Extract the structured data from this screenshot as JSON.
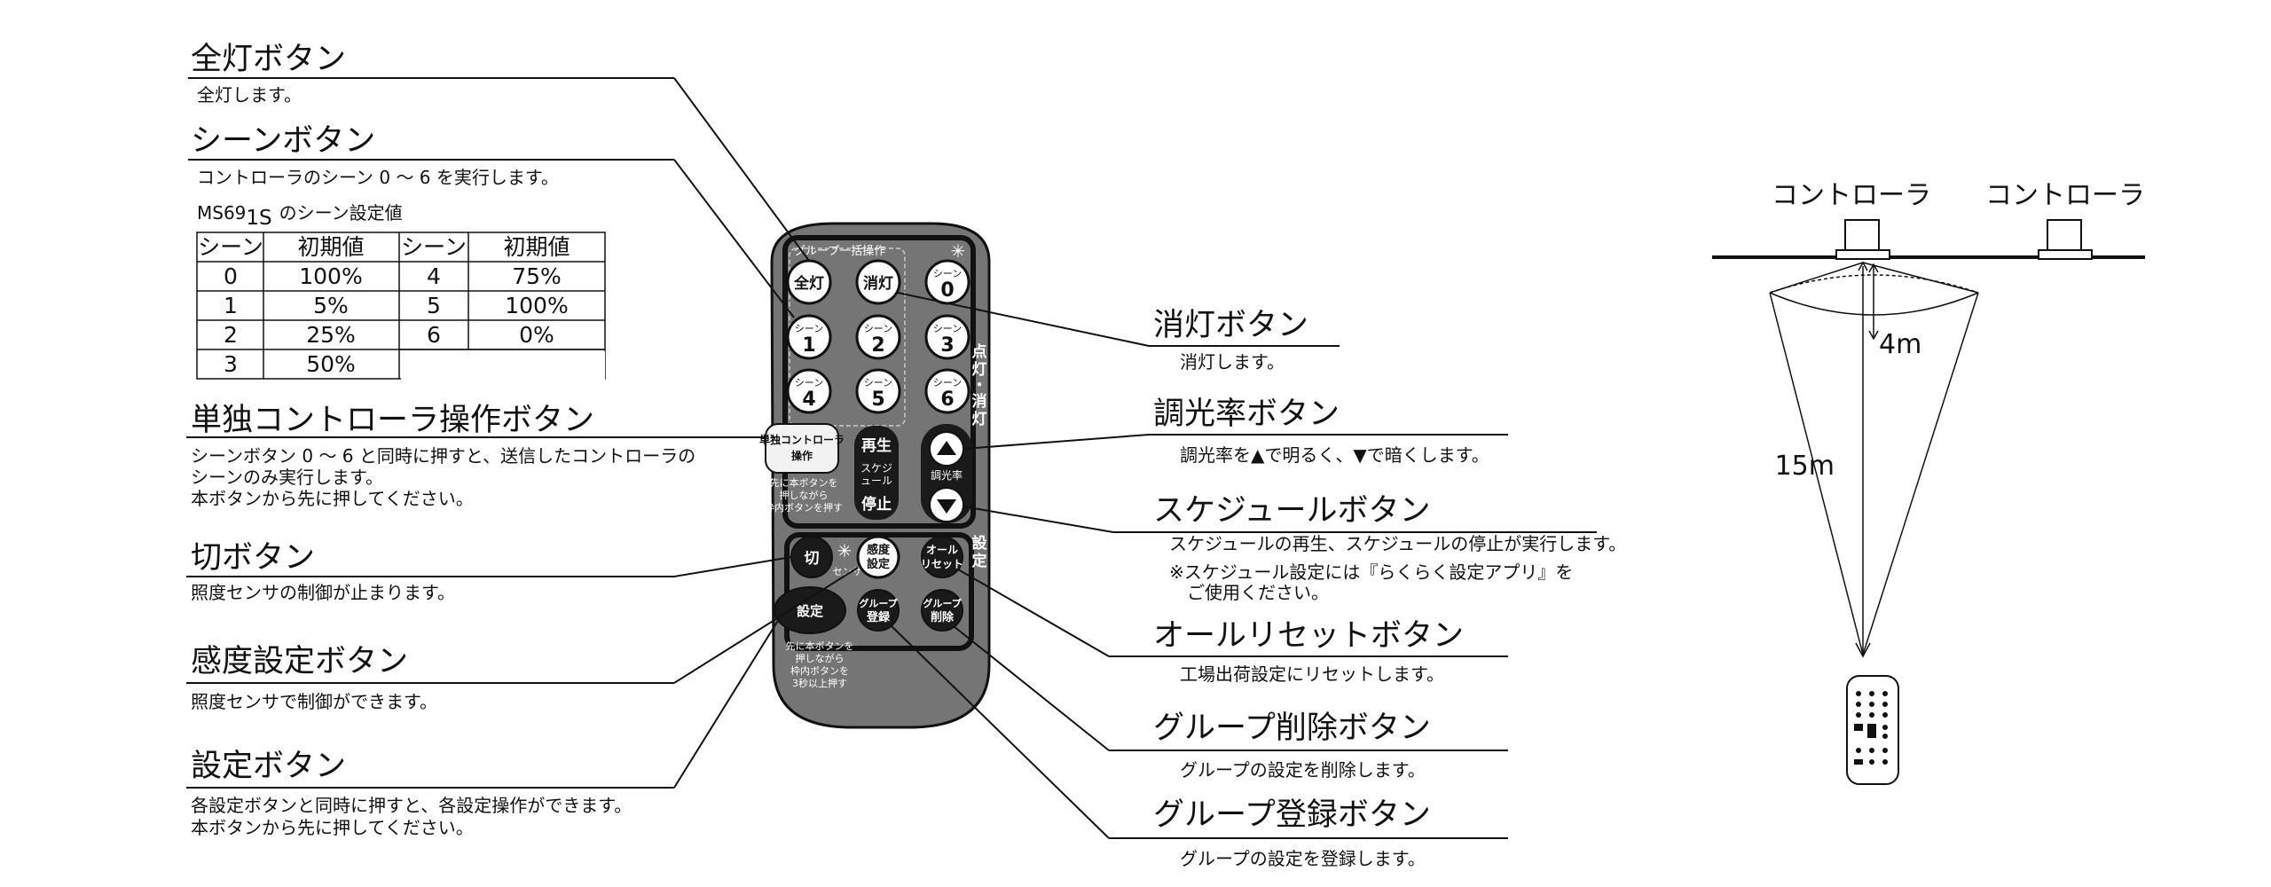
{
  "left_labels": [
    {
      "title": "全灯ボタン",
      "desc": [
        "全灯します。"
      ]
    },
    {
      "title": "シーンボタン",
      "desc": [
        "コントローラのシーン 0 ～ 6 を実行します。"
      ]
    },
    {
      "title": "単独コントローラ操作ボタン",
      "desc": [
        "シーンボタン 0 ～ 6 と同時に押すと、送信したコントローラの",
        "シーンのみ実行します。",
        "本ボタンから先に押してください。"
      ]
    },
    {
      "title": "切ボタン",
      "desc": [
        "照度センサの制御が止まります。"
      ]
    },
    {
      "title": "感度設定ボタン",
      "desc": [
        "照度センサで制御ができます。"
      ]
    },
    {
      "title": "設定ボタン",
      "desc": [
        "各設定ボタンと同時に押すと、各設定操作ができます。",
        "本ボタンから先に押してください。"
      ]
    }
  ],
  "right_labels": [
    {
      "title": "消灯ボタン",
      "desc": [
        "消灯します。"
      ]
    },
    {
      "title": "調光率ボタン",
      "desc": [
        "調光率を▲で明るく、▼で暗くします。"
      ]
    },
    {
      "title": "スケジュールボタン",
      "desc": [
        "スケジュールの再生、スケジュールの停止が実行します。",
        "※スケジュール設定には『らくらく設定アプリ』を",
        "　ご使用ください。"
      ]
    },
    {
      "title": "オールリセットボタン",
      "desc": [
        "工場出荷設定にリセットします。"
      ]
    },
    {
      "title": "グループ削除ボタン",
      "desc": [
        "グループの設定を削除します。"
      ]
    },
    {
      "title": "グループ登録ボタン",
      "desc": [
        "グループの設定を登録します。"
      ]
    }
  ],
  "scene_table": {
    "caption_main": "MS69",
    "caption_sub": "1S",
    "caption_rest": "のシーン設定値",
    "headers": [
      "シーン",
      "初期値",
      "シーン",
      "初期値"
    ],
    "rows": [
      [
        "0",
        "100%",
        "4",
        "75%"
      ],
      [
        "1",
        "5%",
        "5",
        "100%"
      ],
      [
        "2",
        "25%",
        "6",
        "0%"
      ],
      [
        "3",
        "50%",
        "",
        ""
      ]
    ]
  },
  "remote": {
    "group_header": "グループ一括操作",
    "btn_all_on": "全灯",
    "btn_all_off": "消灯",
    "scene_prefix": "シーン",
    "scene_numbers": [
      "0",
      "1",
      "2",
      "3",
      "4",
      "5",
      "6"
    ],
    "side_on_off": [
      "点",
      "灯",
      "・",
      "消",
      "灯"
    ],
    "single_title": [
      "単独コントローラ",
      "操作"
    ],
    "single_note": [
      "先に本ボタンを",
      "押しながら",
      "枠内ボタンを押す"
    ],
    "schedule_play": "再生",
    "schedule_mid": [
      "スケジ",
      "ュール"
    ],
    "schedule_stop": "停止",
    "dimming": "調光率",
    "btn_off": "切",
    "sensor_marker": "✳",
    "sensor_small": "センサ",
    "btn_sensitivity": [
      "感度",
      "設定"
    ],
    "btn_reset": [
      "オール",
      "リセット"
    ],
    "side_setting": [
      "設",
      "定"
    ],
    "btn_setting": "設定",
    "btn_group_add": [
      "グループ",
      "登録"
    ],
    "btn_group_del": [
      "グループ",
      "削除"
    ],
    "setting_note": [
      "先に本ボタンを",
      "押しながら",
      "枠内ボタンを",
      "3秒以上押す"
    ]
  },
  "diagram": {
    "controller_label": "コントローラ",
    "dist_4m": "4m",
    "dist_15m": "15m"
  },
  "colors": {
    "remote_body": "#757575",
    "button_dark": "#1a1a1a",
    "button_light": "#ffffff",
    "line": "#111111"
  }
}
